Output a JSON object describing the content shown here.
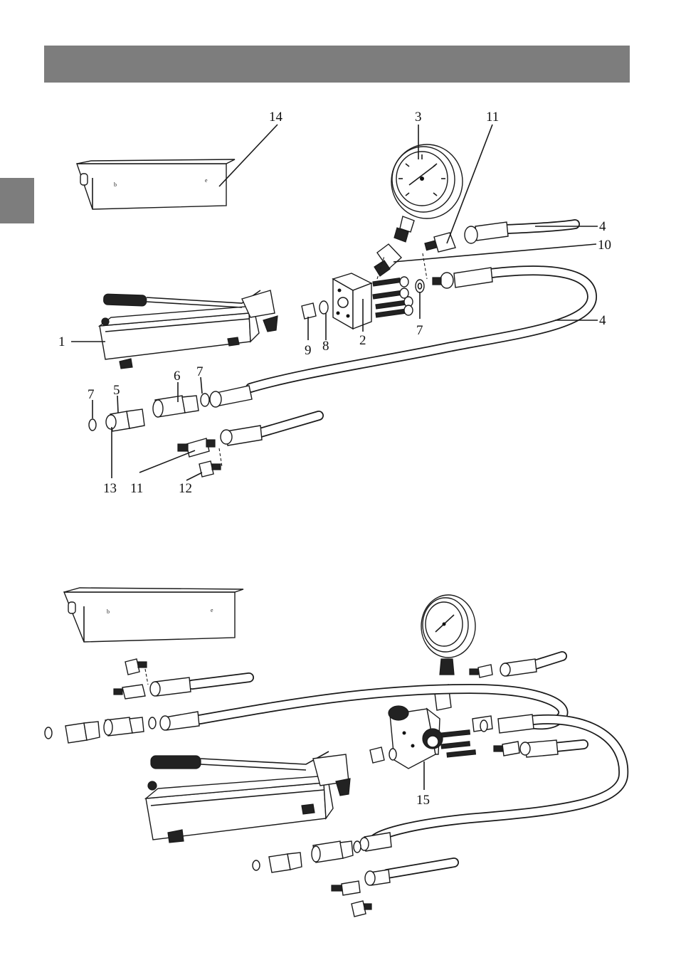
{
  "callouts": [
    {
      "id": "c14",
      "label": "14"
    },
    {
      "id": "c3",
      "label": "3"
    },
    {
      "id": "c11a",
      "label": "11"
    },
    {
      "id": "c4a",
      "label": "4"
    },
    {
      "id": "c10",
      "label": "10"
    },
    {
      "id": "c4b",
      "label": "4"
    },
    {
      "id": "c1",
      "label": "1"
    },
    {
      "id": "c9",
      "label": "9"
    },
    {
      "id": "c8",
      "label": "8"
    },
    {
      "id": "c2",
      "label": "2"
    },
    {
      "id": "c7a",
      "label": "7"
    },
    {
      "id": "c6",
      "label": "6"
    },
    {
      "id": "c7b",
      "label": "7"
    },
    {
      "id": "c7c",
      "label": "7"
    },
    {
      "id": "c5",
      "label": "5"
    },
    {
      "id": "c13",
      "label": "13"
    },
    {
      "id": "c11b",
      "label": "11"
    },
    {
      "id": "c12",
      "label": "12"
    },
    {
      "id": "c15",
      "label": "15"
    }
  ],
  "colors": {
    "header_bar": "#7d7d7d",
    "line": "#1a1a1a"
  }
}
